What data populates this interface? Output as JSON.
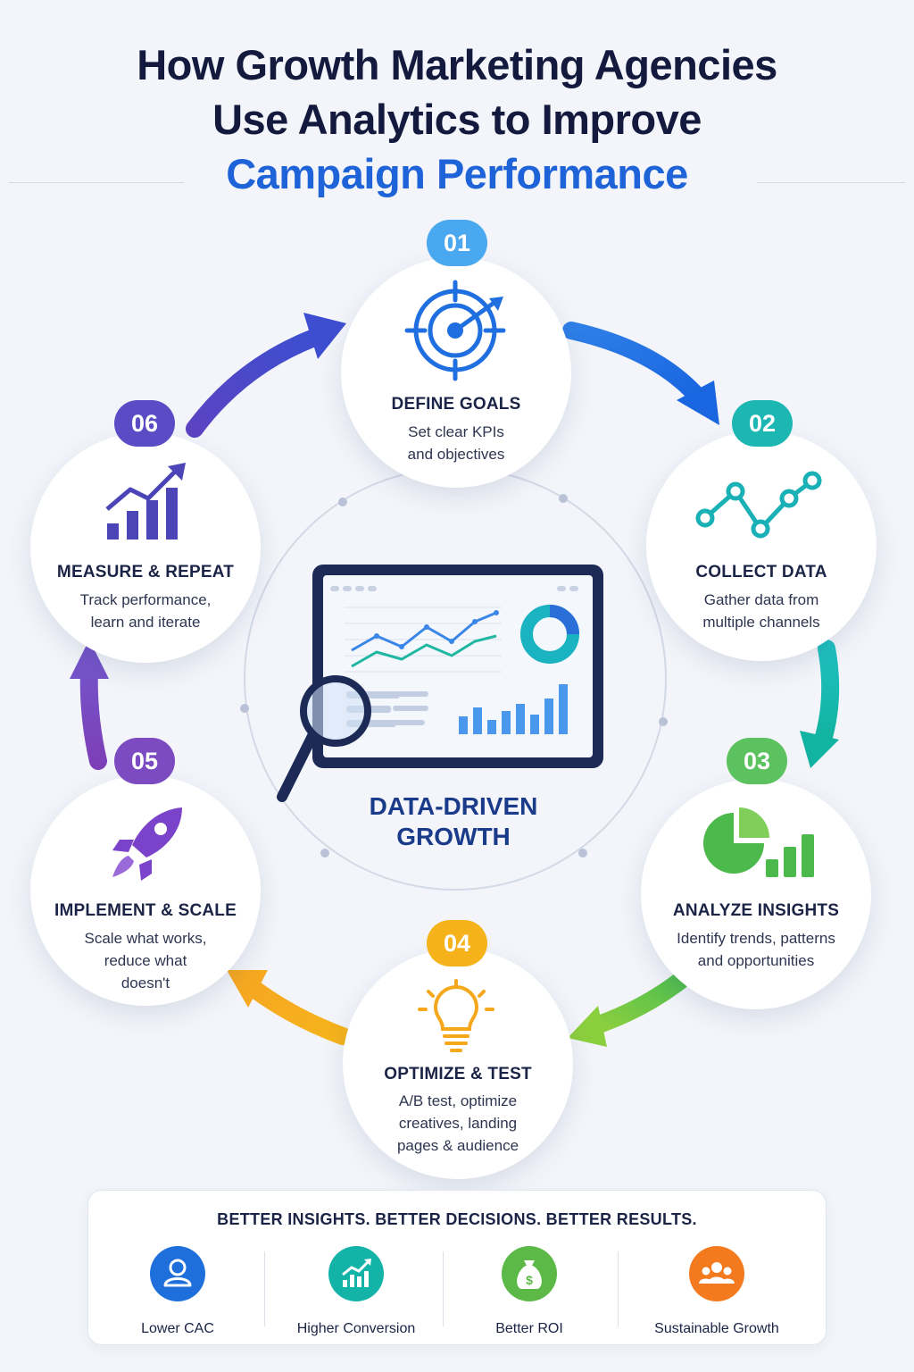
{
  "header": {
    "title_line1": "How Growth Marketing Agencies",
    "title_line2": "Use Analytics to Improve",
    "title_line3": "Campaign Performance"
  },
  "colors": {
    "step1": "#4aa8f0",
    "step2": "#1db7b3",
    "step3": "#5cc15f",
    "step4": "#f5b21b",
    "step5": "#7c4bc1",
    "step6": "#5b4bc4",
    "title_accent": "#1f63d8"
  },
  "steps": [
    {
      "number": "01",
      "title": "DEFINE GOALS",
      "desc1": "Set clear KPIs",
      "desc2": "and objectives",
      "desc3": "",
      "icon": "target-icon"
    },
    {
      "number": "02",
      "title": "COLLECT DATA",
      "desc1": "Gather data from",
      "desc2": "multiple channels",
      "desc3": "",
      "icon": "line-graph-icon"
    },
    {
      "number": "03",
      "title": "ANALYZE INSIGHTS",
      "desc1": "Identify trends, patterns",
      "desc2": "and opportunities",
      "desc3": "",
      "icon": "pie-bar-chart-icon"
    },
    {
      "number": "04",
      "title": "OPTIMIZE & TEST",
      "desc1": "A/B test, optimize",
      "desc2": "creatives, landing",
      "desc3": "pages & audience",
      "icon": "lightbulb-icon"
    },
    {
      "number": "05",
      "title": "IMPLEMENT & SCALE",
      "desc1": "Scale what works,",
      "desc2": "reduce what",
      "desc3": "doesn't",
      "icon": "rocket-icon"
    },
    {
      "number": "06",
      "title": "MEASURE & REPEAT",
      "desc1": "Track performance,",
      "desc2": "learn and iterate",
      "desc3": "",
      "icon": "growth-chart-icon"
    }
  ],
  "center": {
    "line1": "DATA-DRIVEN",
    "line2": "GROWTH",
    "icon": "dashboard-magnifier-icon"
  },
  "footer": {
    "tagline": "BETTER INSIGHTS. BETTER DECISIONS. BETTER RESULTS.",
    "benefits": [
      {
        "label": "Lower CAC",
        "icon": "user-icon",
        "color": "#1e6fdc"
      },
      {
        "label": "Higher Conversion",
        "icon": "trend-chart-icon",
        "color": "#14b3a8"
      },
      {
        "label": "Better ROI",
        "icon": "money-bag-icon",
        "color": "#5cb947"
      },
      {
        "label": "Sustainable Growth",
        "icon": "group-icon",
        "color": "#f47a1f"
      }
    ]
  }
}
